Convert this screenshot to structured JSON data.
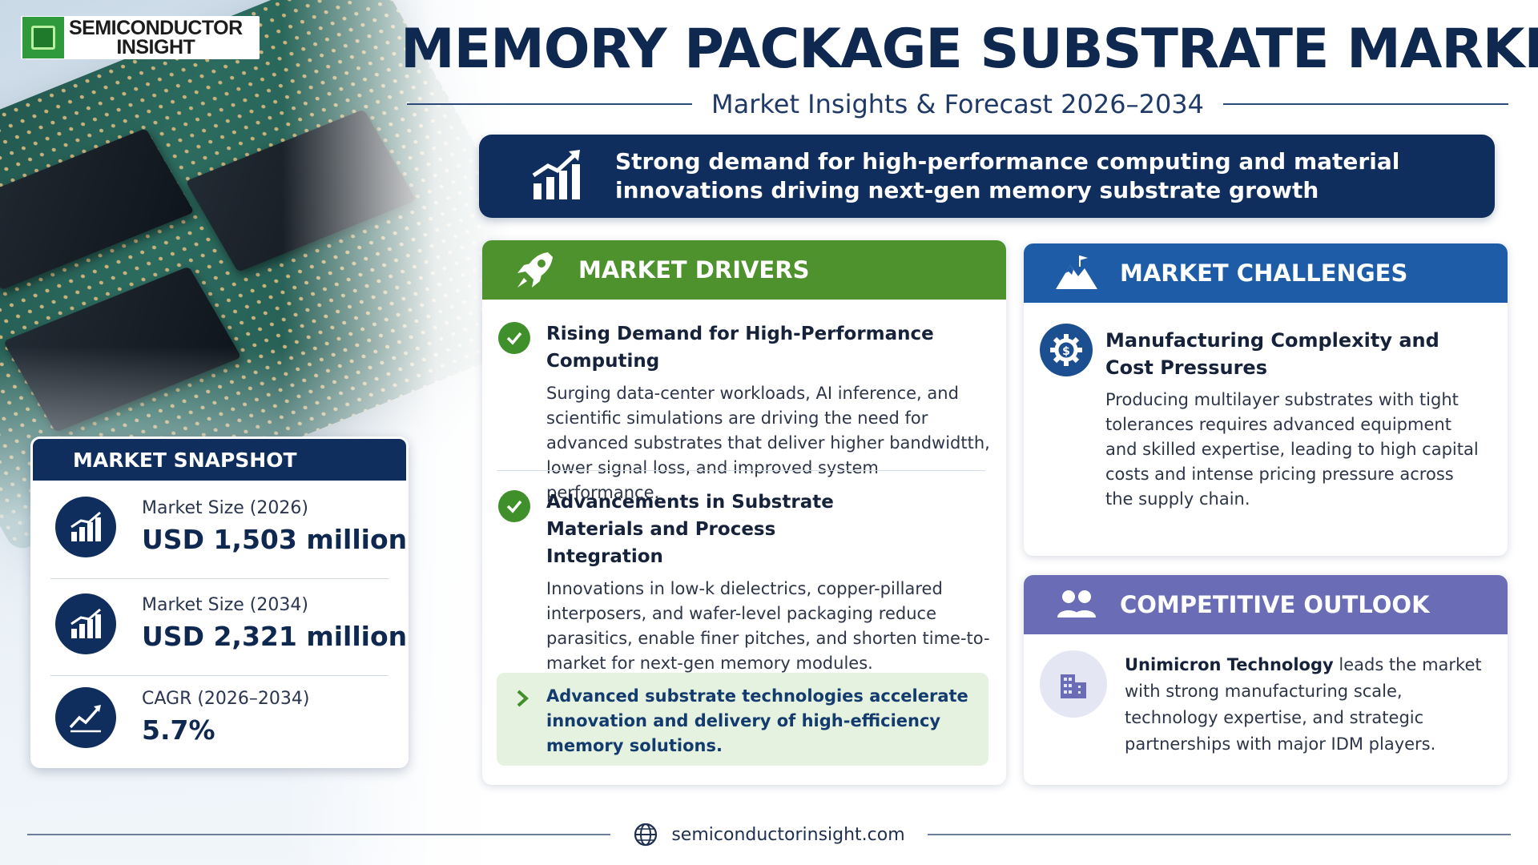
{
  "brand": {
    "logo_line1": "SEMICONDUCTOR",
    "logo_line2": "INSIGHT"
  },
  "header": {
    "title": "MEMORY PACKAGE SUBSTRATE MARKET",
    "subtitle": "Market Insights & Forecast 2026–2034"
  },
  "banner": {
    "text": "Strong demand for high-performance computing and material innovations driving next-gen memory substrate growth",
    "icon": "growth-chart-icon"
  },
  "drivers": {
    "heading": "MARKET DRIVERS",
    "icon": "rocket-icon",
    "items": [
      {
        "title": "Rising Demand for High-Performance Computing",
        "body": "Surging data-center workloads, AI inference, and scientific simulations are driving the need for advanced substrates that deliver higher bandwidtth, lower signal loss, and improved system performance."
      },
      {
        "title": "Advancements in Substrate Materials and Process Integration",
        "body": "Innovations in low-k dielectrics, copper-pillared interposers, and wafer-level packaging reduce parasitics, enable finer pitches, and shorten time-to-market for next-gen memory modules."
      }
    ],
    "callout": "Advanced substrate technologies accelerate innovation and delivery of high-efficiency memory solutions."
  },
  "challenges": {
    "heading": "MARKET CHALLENGES",
    "icon": "mountain-icon",
    "title": "Manufacturing Complexity and Cost Pressures",
    "body": "Producing multilayer substrates with tight tolerances requires advanced equipment and skilled expertise, leading to high capital costs and intense pricing pressure across the supply chain."
  },
  "competitive": {
    "heading": "COMPETITIVE OUTLOOK",
    "icon": "people-icon",
    "leader": "Unimicron Technology",
    "body": " leads the market with strong manufacturing scale, technology expertise, and strategic partnerships with major IDM players."
  },
  "snapshot": {
    "heading": "MARKET SNAPSHOT",
    "rows": [
      {
        "label": "Market Size (2026)",
        "value": "USD 1,503 million"
      },
      {
        "label": "Market Size (2034)",
        "value": "USD 2,321 million"
      },
      {
        "label": "CAGR (2026–2034)",
        "value": "5.7%"
      }
    ]
  },
  "footer": {
    "url": "semiconductorinsight.com"
  },
  "colors": {
    "navy": "#0f2e5e",
    "driver_green": "#4e922d",
    "challenge_blue": "#1f5ca8",
    "competitive_purple": "#6a6cb6",
    "callout_bg": "#e5f2df"
  }
}
